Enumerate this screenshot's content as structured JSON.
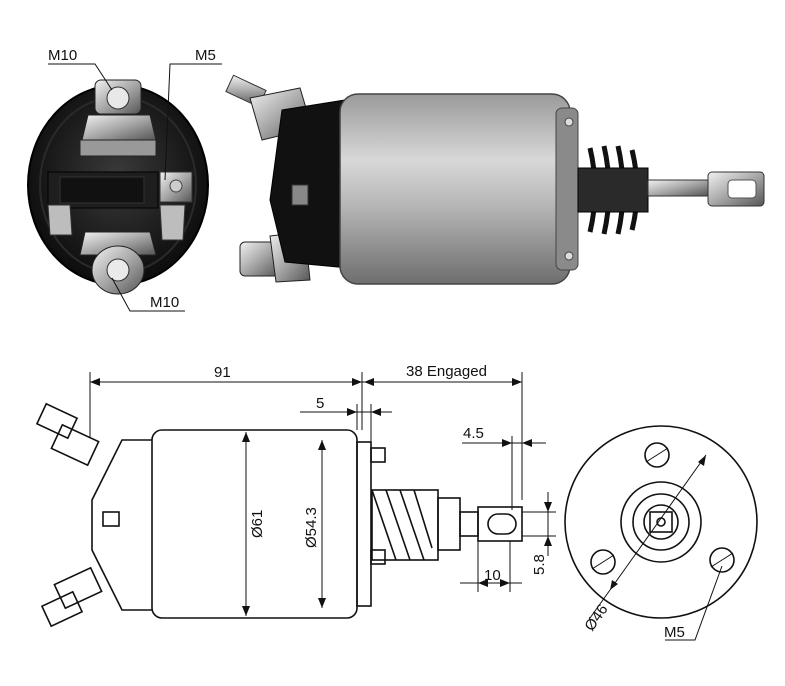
{
  "photo_labels": {
    "top_terminal": "M10",
    "side_terminal": "M5",
    "bottom_terminal": "M10"
  },
  "drawing_labels": {
    "length": "91",
    "engaged": "38 Engaged",
    "offset": "5",
    "diameter_outer": "Ø61",
    "diameter_inner": "Ø54.3",
    "eye_width": "4.5",
    "eye_length": "10",
    "eye_height": "5.8",
    "flange_diameter": "Ø46",
    "flange_screw": "M5"
  }
}
